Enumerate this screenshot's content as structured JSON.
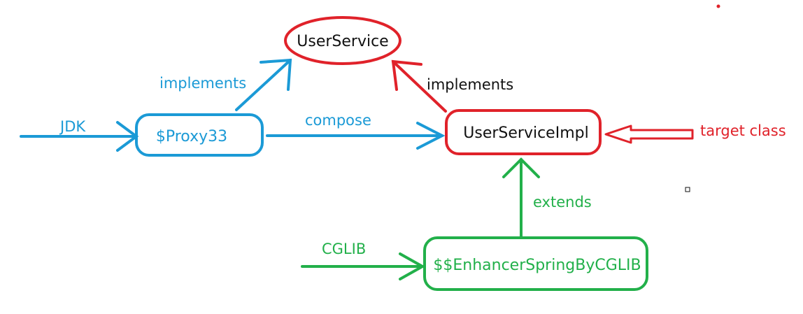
{
  "colors": {
    "blue": "#1b9ad6",
    "red": "#e0222a",
    "green": "#22b04a",
    "black": "#111111"
  },
  "nodes": {
    "user_service": "UserService",
    "proxy33": "$Proxy33",
    "user_service_impl": "UserServiceImpl",
    "enhancer": "$$EnhancerSpringByCGLIB"
  },
  "labels": {
    "jdk": "JDK",
    "implements_blue": "implements",
    "compose": "compose",
    "implements_black": "implements",
    "target_class": "target class",
    "extends": "extends",
    "cglib": "CGLIB"
  }
}
